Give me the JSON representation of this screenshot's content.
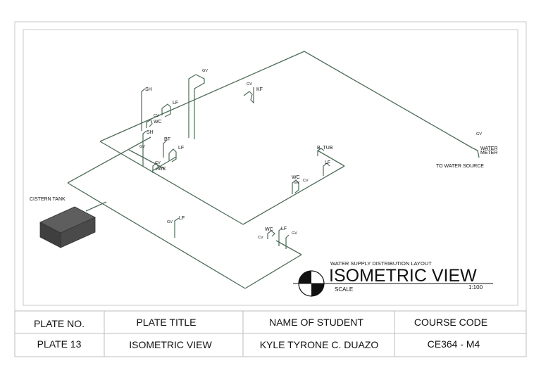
{
  "labels": {
    "gv_top": "GV",
    "sh_top": "SH",
    "lf_top": "LF",
    "cv_top": "CV",
    "wc_top": "WC",
    "gv_kf": "GV",
    "kf": "KF",
    "sh_mid": "SH",
    "bf": "BF",
    "lf_mid": "LF",
    "gv_mid": "GV",
    "cv_mid": "CV",
    "wc_mid": "WC",
    "cistern": "CISTERN TANK",
    "gv_meter": "GV",
    "water_meter_1": "WATER",
    "water_meter_2": "METER",
    "water_source": "TO WATER SOURCE",
    "btub": "B. TUB",
    "lf_tub": "LF",
    "wc_tub": "WC",
    "gv_tub": "GV",
    "cv_tub": "CV",
    "gv_low": "GV",
    "lf_low": "LF",
    "wc_bot": "WC",
    "lf_bot": "LF",
    "gv_bot": "GV",
    "cv_bot": "CV"
  },
  "title_block": {
    "subtitle": "WATER SUPPLY DISTRIBUTION LAYOUT",
    "title": "ISOMETRIC VIEW",
    "scale_label": "SCALE",
    "scale_value": "1:100"
  },
  "table": {
    "headers": [
      "PLATE NO.",
      "PLATE TITLE",
      "NAME OF STUDENT",
      "COURSE CODE"
    ],
    "values": [
      "PLATE 13",
      "ISOMETRIC VIEW",
      "KYLE TYRONE C. DUAZO",
      "CE364 - M4"
    ]
  }
}
